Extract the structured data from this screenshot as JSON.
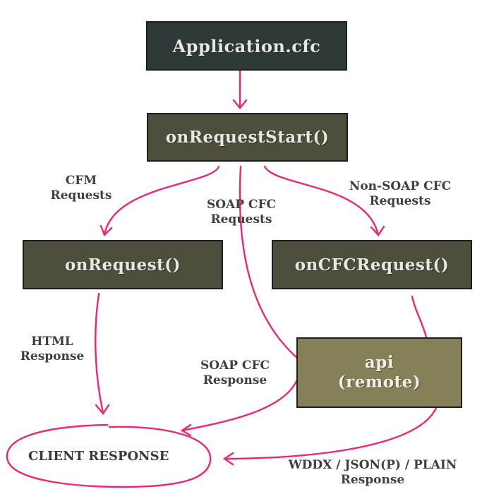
{
  "nodes": {
    "application": "Application.cfc",
    "on_request_start": "onRequestStart()",
    "on_request": "onRequest()",
    "on_cfc_request": "onCFCRequest()",
    "api_line1": "api",
    "api_line2": "(remote)",
    "client_response": "CLIENT RESPONSE"
  },
  "edge_labels": {
    "cfm_requests_1": "CFM",
    "cfm_requests_2": "Requests",
    "soap_cfc_requests_1": "SOAP CFC",
    "soap_cfc_requests_2": "Requests",
    "non_soap_requests_1": "Non-SOAP CFC",
    "non_soap_requests_2": "Requests",
    "html_response_1": "HTML",
    "html_response_2": "Response",
    "soap_cfc_response_1": "SOAP CFC",
    "soap_cfc_response_2": "Response",
    "wddx_response_1": "WDDX / JSON(P) / PLAIN",
    "wddx_response_2": "Response"
  },
  "colors": {
    "arrow": "#ee2674",
    "dark_box": "#2f3937",
    "olive_box": "#4d4e3b",
    "khaki_box": "#858057",
    "label_text": "#3f3f3f"
  }
}
